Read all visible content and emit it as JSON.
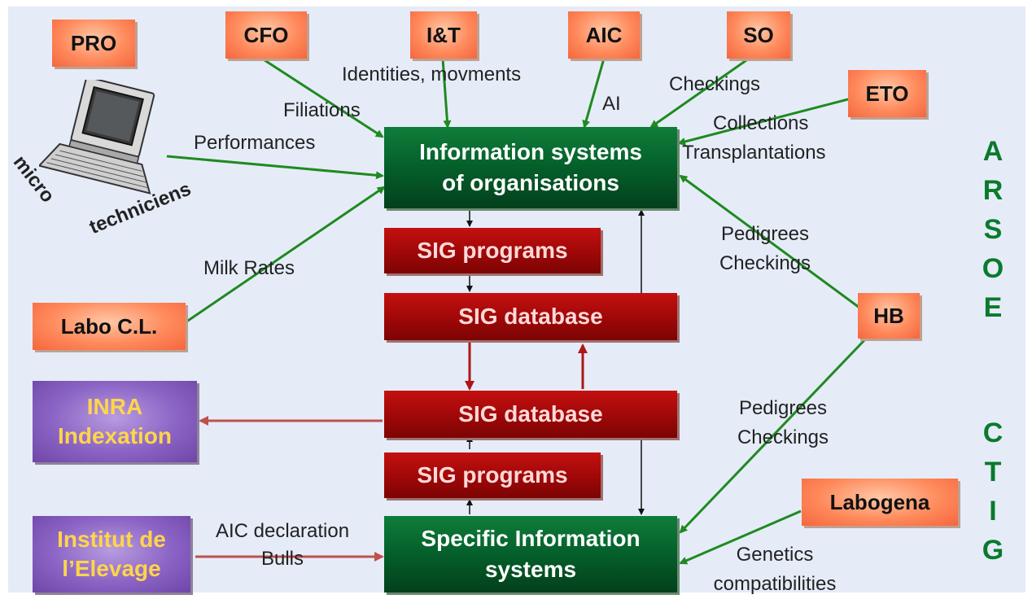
{
  "nodes": {
    "pro": "PRO",
    "cfo": "CFO",
    "it": "I&T",
    "aic": "AIC",
    "so": "SO",
    "eto": "ETO",
    "labo_cl": "Labo C.L.",
    "hb": "HB",
    "labogena": "Labogena",
    "info_orgs": [
      "Information systems",
      "of organisations"
    ],
    "sig_programs_top": "SIG programs",
    "sig_db_top": "SIG database",
    "sig_db_bottom": "SIG database",
    "sig_programs_bottom": "SIG programs",
    "specific_info": [
      "Specific Information",
      "systems"
    ],
    "inra": [
      "INRA",
      "Indexation"
    ],
    "institut": [
      "Institut de",
      "l’Elevage"
    ]
  },
  "labels": {
    "identities": "Identities, movments",
    "filiations": "Filiations",
    "performances": "Performances",
    "ai": "AI",
    "checkings_so": "Checkings",
    "collections": "Collections",
    "transplantations": "Transplantations",
    "milk_rates": "Milk Rates",
    "pedigrees_top": [
      "Pedigrees",
      "Checkings"
    ],
    "pedigrees_bottom": [
      "Pedigrees",
      "Checkings"
    ],
    "aic_declaration": [
      "AIC declaration",
      "Bulls"
    ],
    "genetics": [
      "Genetics",
      "compatibilities"
    ]
  },
  "computer": {
    "caption_line1": "micro",
    "caption_line2": "techniciens",
    "icon": "laptop-icon"
  },
  "side_labels": {
    "arsoe": [
      "A",
      "R",
      "S",
      "O",
      "E"
    ],
    "ctig": [
      "C",
      "T",
      "I",
      "G"
    ]
  },
  "colors": {
    "background": "#e5ecf8",
    "green_arrow": "#1f8a20",
    "red_arrow": "#c0504d",
    "side_text": "#0a7a2c"
  }
}
